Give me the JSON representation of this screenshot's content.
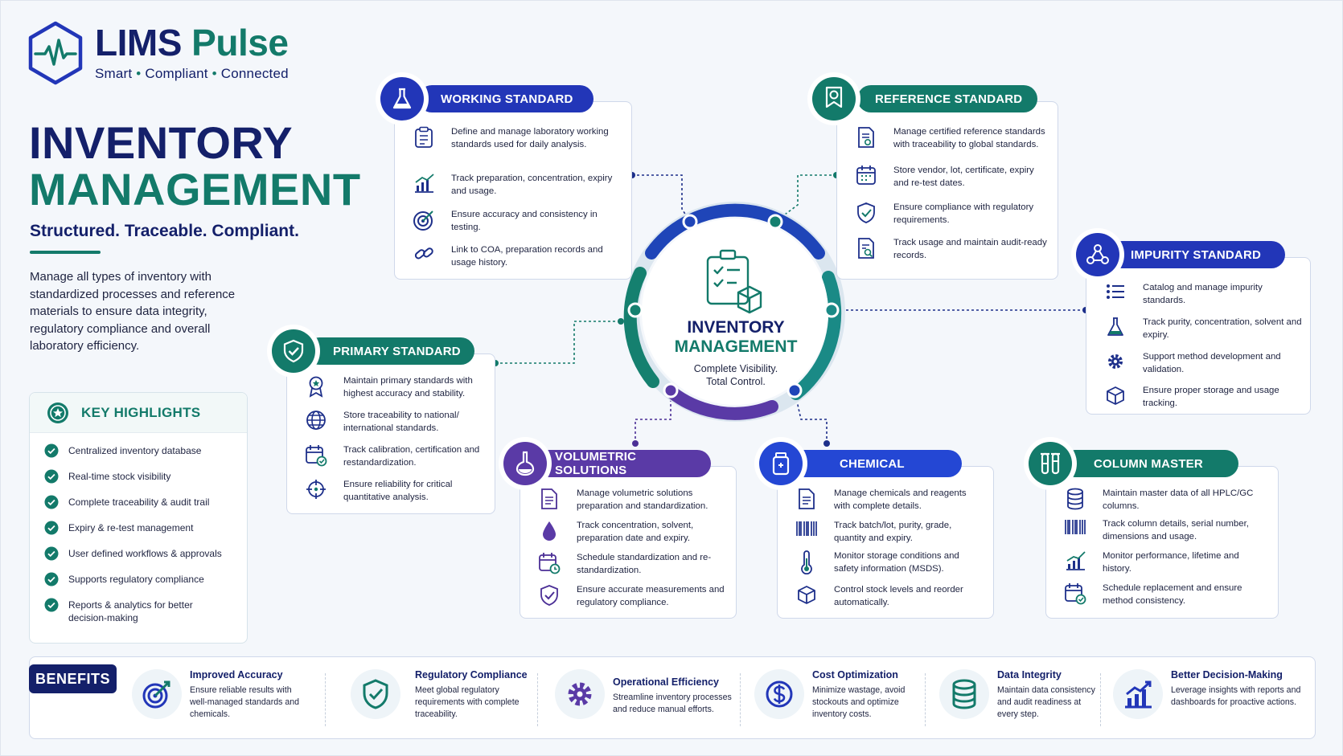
{
  "brand": {
    "name_a": "LIMS",
    "name_b": "Pulse",
    "tag_1": "Smart",
    "tag_2": "Compliant",
    "tag_3": "Connected"
  },
  "hero": {
    "line1": "INVENTORY",
    "line2": "MANAGEMENT",
    "subtitle": "Structured. Traceable. Compliant.",
    "description": "Manage all types of inventory with standardized processes and reference materials to ensure data integrity, regulatory compliance and overall laboratory efficiency."
  },
  "highlights": {
    "title": "KEY HIGHLIGHTS",
    "items": [
      "Centralized inventory database",
      "Real-time stock visibility",
      "Complete traceability & audit trail",
      "Expiry & re-test management",
      "User defined workflows & approvals",
      "Supports regulatory compliance",
      "Reports & analytics for better decision-making"
    ]
  },
  "center": {
    "title_1": "INVENTORY",
    "title_2": "MANAGEMENT",
    "sub_1": "Complete Visibility.",
    "sub_2": "Total Control."
  },
  "cards": {
    "working": {
      "title": "WORKING STANDARD",
      "items": [
        "Define and manage laboratory working standards used for daily analysis.",
        "Track preparation, concentration, expiry and usage.",
        "Ensure accuracy and consistency in testing.",
        "Link to COA, preparation records and usage history."
      ]
    },
    "reference": {
      "title": "REFERENCE STANDARD",
      "items": [
        "Manage certified reference standards with traceability to global standards.",
        "Store vendor, lot, certificate, expiry and re-test dates.",
        "Ensure compliance with regulatory requirements.",
        "Track usage and maintain audit-ready records."
      ]
    },
    "impurity": {
      "title": "IMPURITY STANDARD",
      "items": [
        "Catalog and manage impurity standards.",
        "Track purity, concentration, solvent and expiry.",
        "Support method development and validation.",
        "Ensure proper storage and usage tracking."
      ]
    },
    "primary": {
      "title": "PRIMARY STANDARD",
      "items": [
        "Maintain primary standards with highest accuracy and stability.",
        "Store traceability to national/ international standards.",
        "Track calibration, certification and restandardization.",
        "Ensure reliability for critical quantitative analysis."
      ]
    },
    "volumetric": {
      "title": "VOLUMETRIC SOLUTIONS",
      "items": [
        "Manage volumetric solutions preparation and standardization.",
        "Track concentration, solvent, preparation date and expiry.",
        "Schedule standardization and re-standardization.",
        "Ensure accurate measurements and regulatory compliance."
      ]
    },
    "chemical": {
      "title": "CHEMICAL",
      "items": [
        "Manage chemicals and reagents with complete details.",
        "Track batch/lot, purity, grade, quantity and expiry.",
        "Monitor storage conditions and safety information (MSDS).",
        "Control stock levels and reorder automatically."
      ]
    },
    "column": {
      "title": "COLUMN MASTER",
      "items": [
        "Maintain master data of all HPLC/GC columns.",
        "Track column details, serial number, dimensions and usage.",
        "Monitor performance, lifetime and history.",
        "Schedule replacement and ensure method consistency."
      ]
    }
  },
  "benefits": {
    "label": "BENEFITS",
    "items": [
      {
        "title": "Improved Accuracy",
        "desc": "Ensure reliable results with well-managed standards and chemicals."
      },
      {
        "title": "Regulatory Compliance",
        "desc": "Meet global regulatory requirements with complete traceability."
      },
      {
        "title": "Operational Efficiency",
        "desc": "Streamline inventory processes and reduce manual efforts."
      },
      {
        "title": "Cost Optimization",
        "desc": "Minimize wastage, avoid stockouts and optimize inventory costs."
      },
      {
        "title": "Data Integrity",
        "desc": "Maintain data consistency and audit readiness at every step."
      },
      {
        "title": "Better Decision-Making",
        "desc": "Leverage insights with reports and dashboards for proactive actions."
      }
    ]
  },
  "colors": {
    "navy": "#14206a",
    "teal": "#137a6a",
    "blue": "#2236b8",
    "purple": "#5a3aa6",
    "chemical_blue": "#2447d4"
  }
}
